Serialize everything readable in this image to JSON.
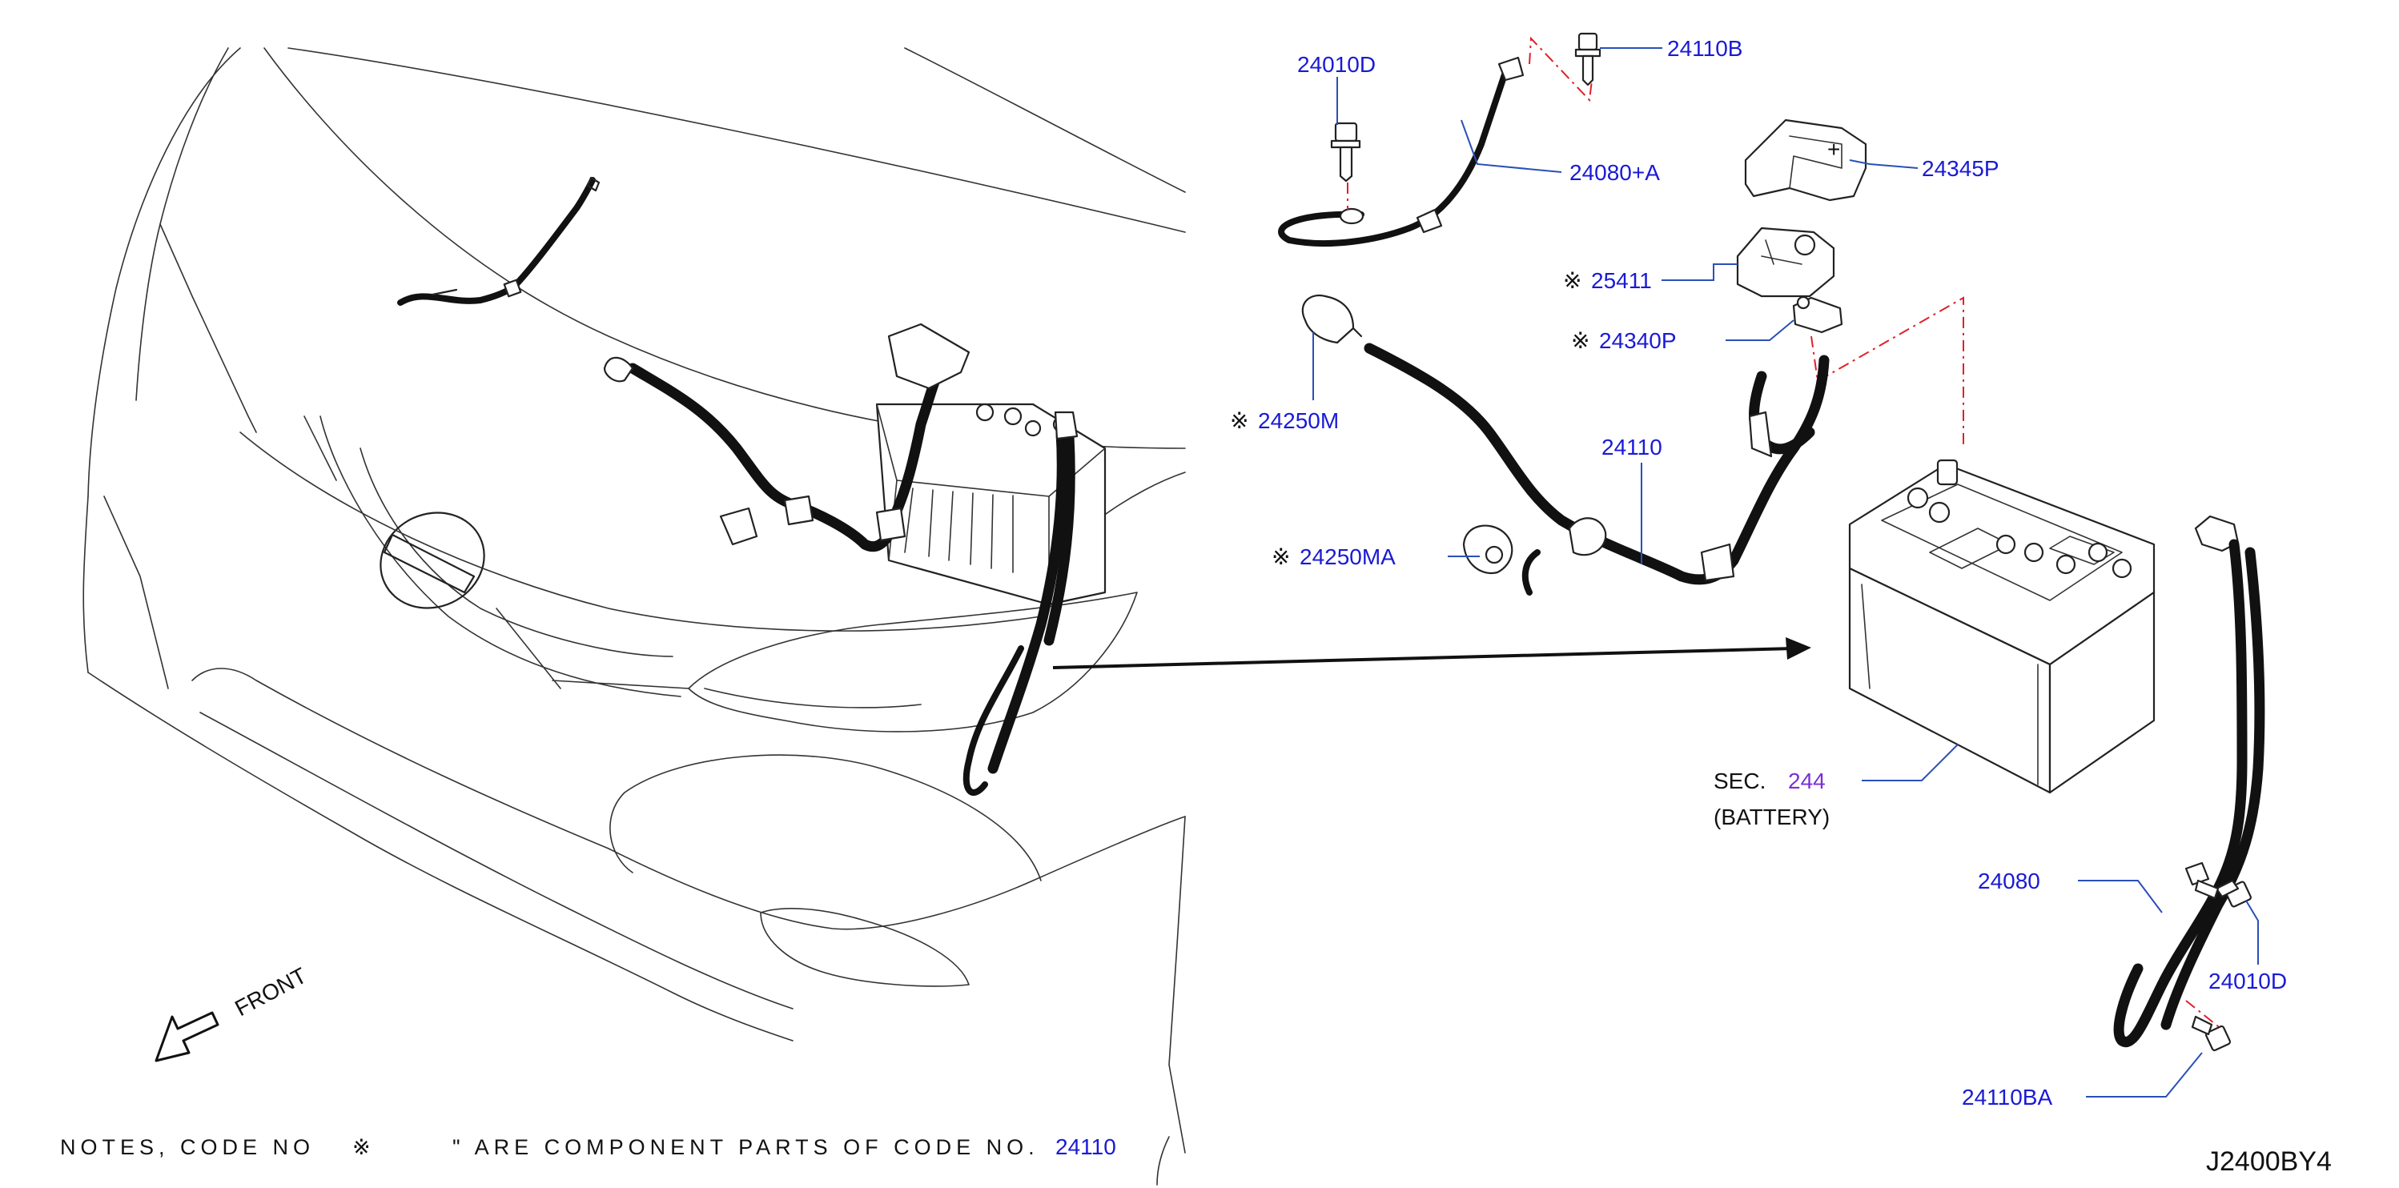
{
  "diagram_code": "J2400BY4",
  "direction_label": "FRONT",
  "notes": {
    "prefix": "NOTES,  CODE  NO",
    "marker": "※",
    "middle": "\"  ARE  COMPONENT  PARTS  OF  CODE  NO.",
    "code": "24110"
  },
  "section_ref": {
    "prefix": "SEC.",
    "number": "244",
    "name": "(BATTERY)"
  },
  "part_labels": [
    {
      "id": "24010D",
      "text": "24010D",
      "marked": false
    },
    {
      "id": "24110B",
      "text": "24110B",
      "marked": false
    },
    {
      "id": "24080+A",
      "text": "24080+A",
      "marked": false
    },
    {
      "id": "24345P",
      "text": "24345P",
      "marked": false
    },
    {
      "id": "25411",
      "text": "25411",
      "marked": true
    },
    {
      "id": "24340P",
      "text": "24340P",
      "marked": true
    },
    {
      "id": "24250M",
      "text": "24250M",
      "marked": true
    },
    {
      "id": "24110",
      "text": "24110",
      "marked": false
    },
    {
      "id": "24250MA",
      "text": "24250MA",
      "marked": true
    },
    {
      "id": "24080",
      "text": "24080",
      "marked": false
    },
    {
      "id": "24010D-2",
      "text": "24010D",
      "marked": false
    },
    {
      "id": "24110BA",
      "text": "24110BA",
      "marked": false
    }
  ],
  "marker_symbol": "※",
  "colors": {
    "label": "#1a1ad6",
    "section_number": "#7b2fd6",
    "hidden_line": "#e0202a",
    "line": "#222222"
  }
}
